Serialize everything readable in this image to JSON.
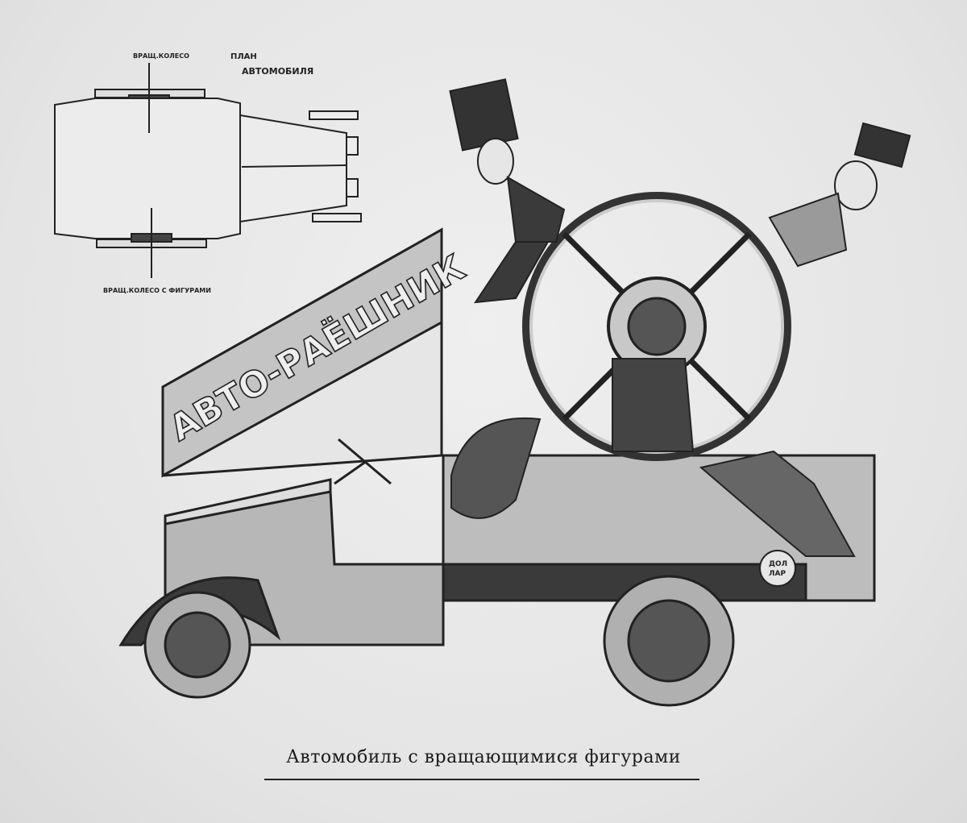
{
  "plan": {
    "title_line1": "ПЛАН",
    "title_line2": "АВТОМОБИЛЯ",
    "top_wheel_label": "ВРАЩ.КОЛЕСО",
    "bottom_wheel_label": "ВРАЩ.КОЛЕСО С ФИГУРАМИ"
  },
  "vehicle": {
    "sign_text": "АВТО-РАЁШНИК",
    "money_bag_line1": "ДОЛ",
    "money_bag_line2": "ЛАР"
  },
  "caption": "Автомобиль с вращающимися фигурами",
  "colors": {
    "ink": "#222222",
    "gray_fill": "#b9b9b9",
    "dark_fill": "#3a3a3a",
    "paper": "#e9e9e9"
  }
}
